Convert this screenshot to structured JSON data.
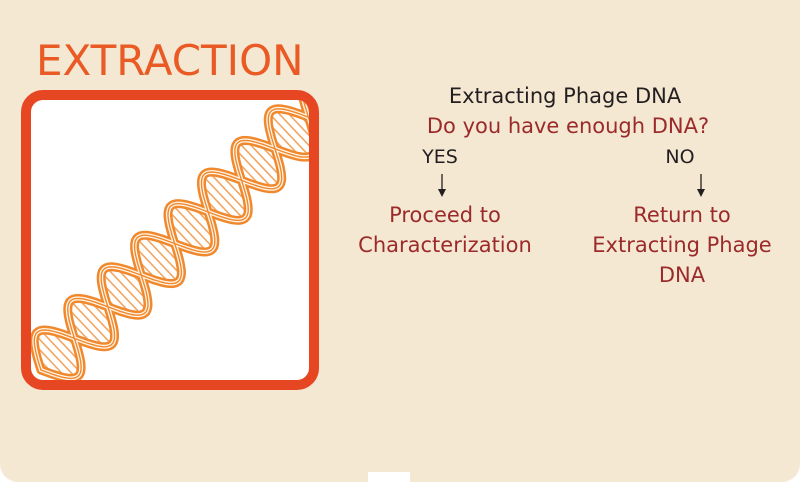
{
  "heading": "EXTRACTION",
  "flow": {
    "title": "Extracting Phage DNA",
    "question": "Do you have enough DNA?",
    "yes_label": "YES",
    "no_label": "NO",
    "yes_result": "Proceed to Characterization",
    "no_result": "Return to Extracting Phage DNA"
  },
  "illustration": {
    "icon": "dna-double-helix-icon"
  },
  "colors": {
    "background": "#f5e8d3",
    "accent": "#e64722",
    "heading": "#e95a24",
    "question_text": "#9b2a2a",
    "helix": "#f0892e"
  }
}
